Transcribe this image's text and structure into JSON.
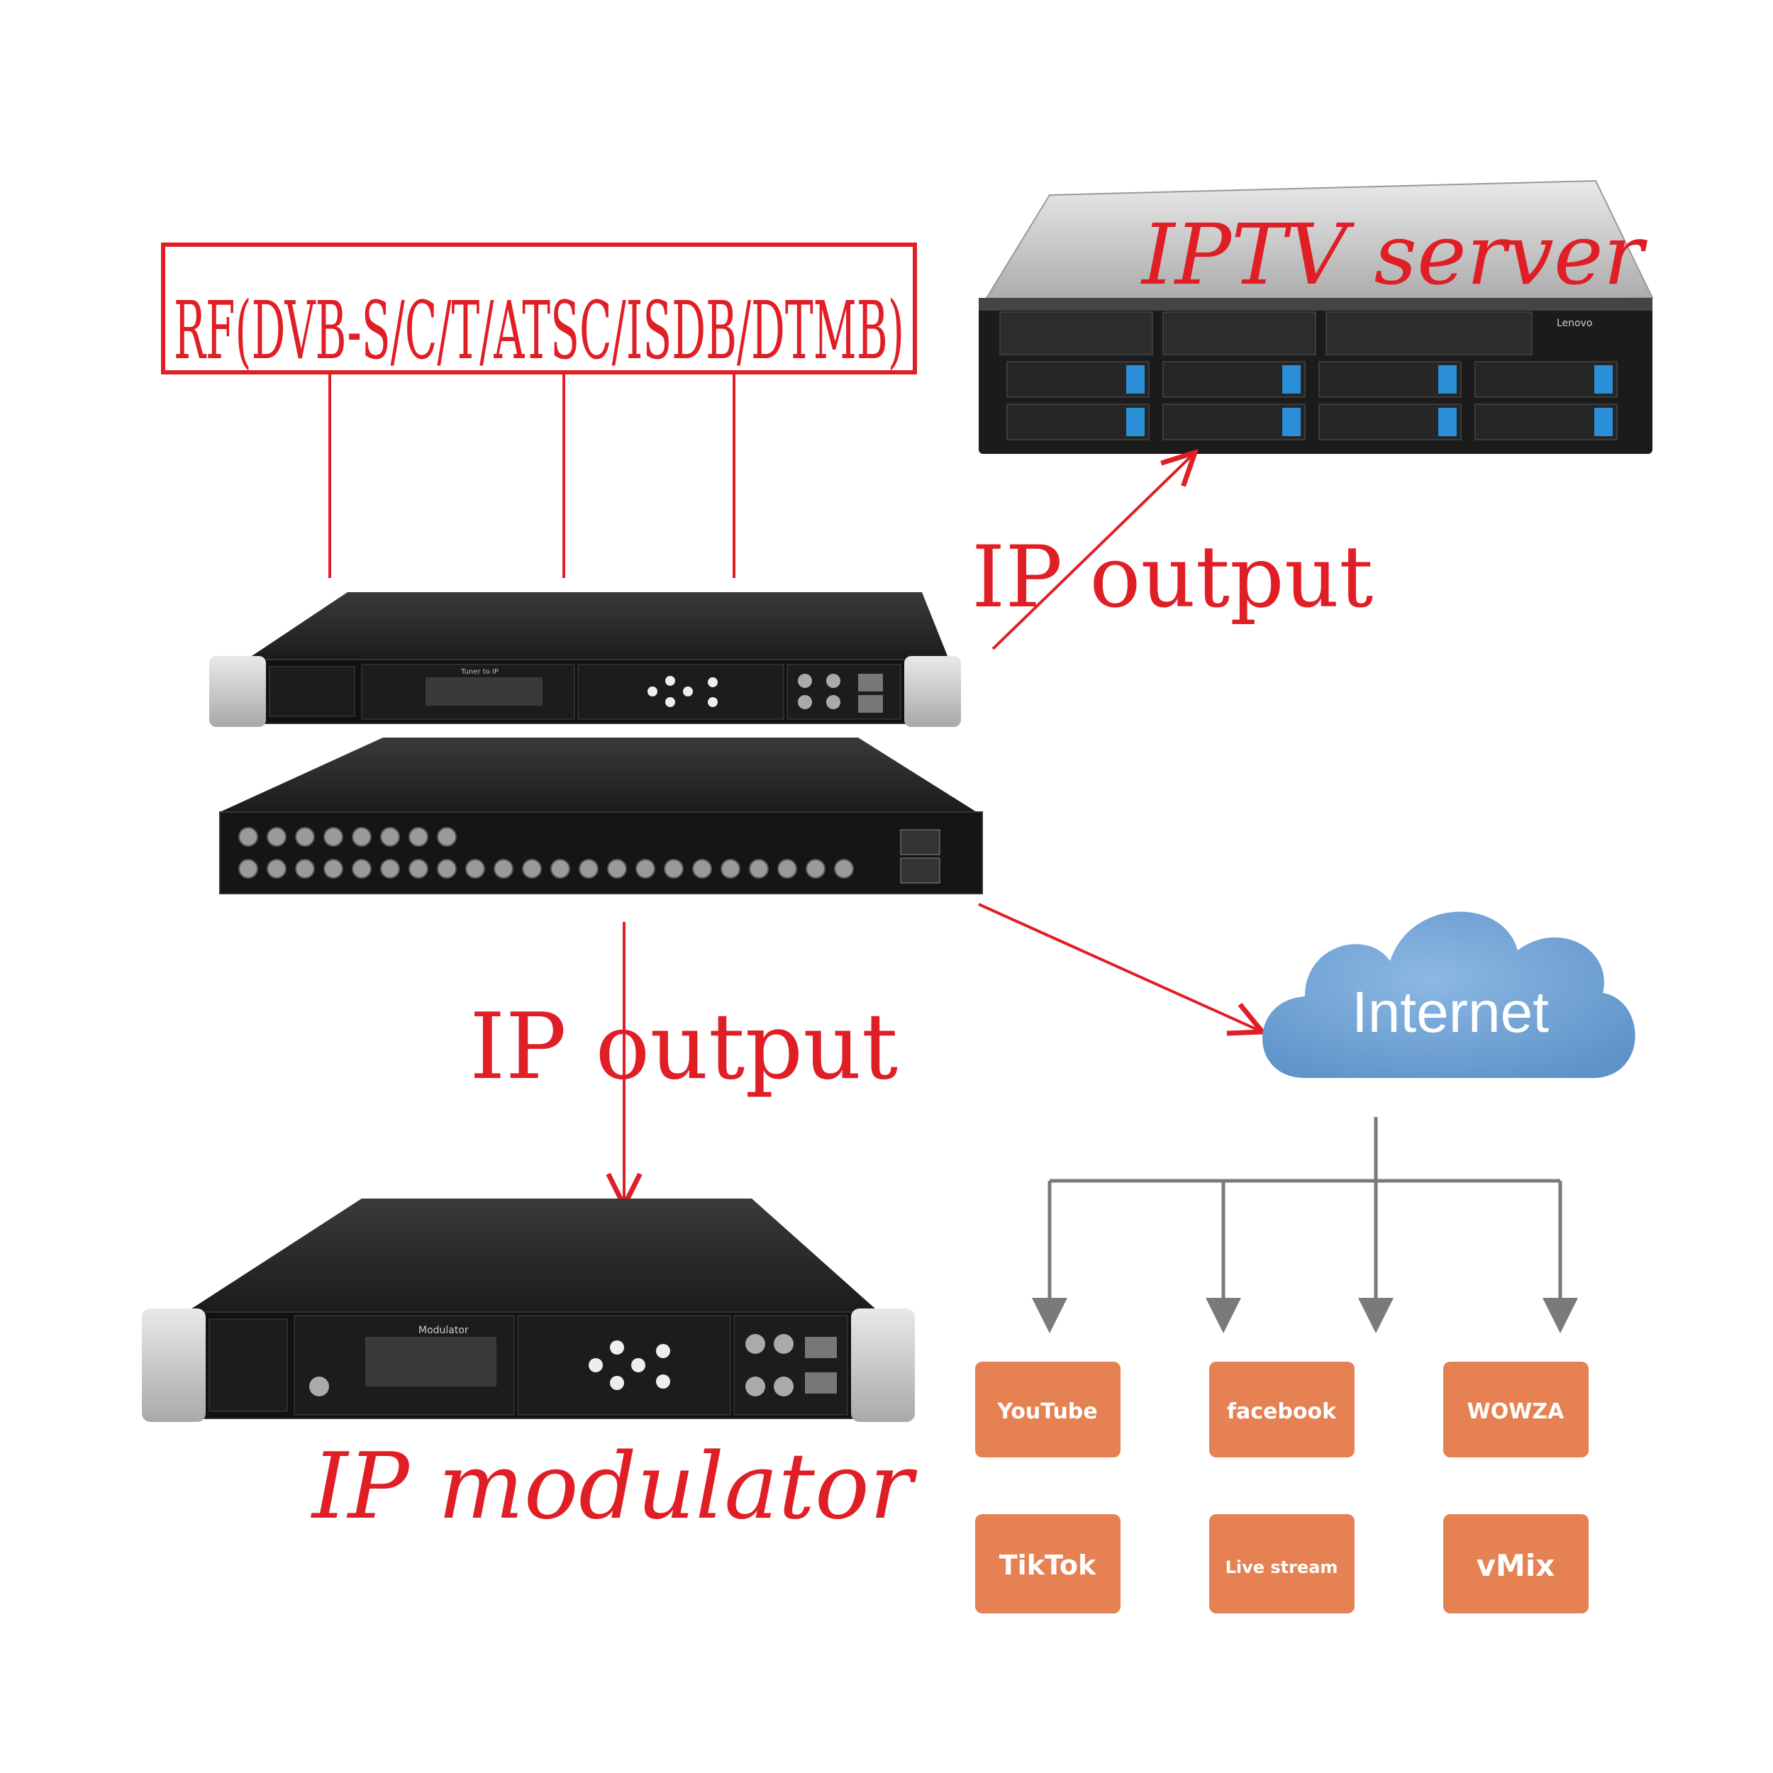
{
  "labels": {
    "rf_box": "RF(DVB-S/C/T/ATSC/ISDB/DTMB)",
    "iptv_server": "IPTV server",
    "ip_output_top": "IP output",
    "ip_output_mid": "IP output",
    "ip_modulator": "IP modulator",
    "internet": "Internet"
  },
  "devices": {
    "top_unit_screen": "Tuner to IP",
    "bottom_unit_screen": "Modulator"
  },
  "services": [
    {
      "label": "YouTube"
    },
    {
      "label": "facebook"
    },
    {
      "label": "WOWZA"
    },
    {
      "label": "TikTok"
    },
    {
      "label": "Live stream"
    },
    {
      "label": "vMix"
    }
  ],
  "colors": {
    "accent_red": "#e01e25",
    "cloud_blue": "#6a9fd1",
    "service_orange": "#e58152",
    "tree_gray": "#7a7a7a"
  }
}
